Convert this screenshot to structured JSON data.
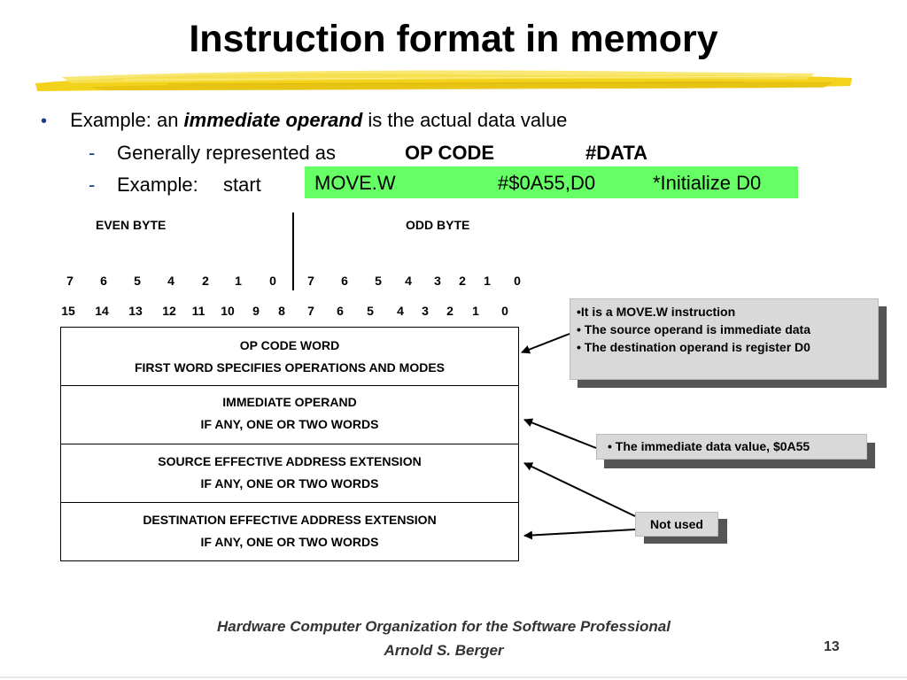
{
  "slide": {
    "title": "Instruction format in memory",
    "bullet1": {
      "marker": "•",
      "prefix": "Example: an ",
      "emphasis": "immediate operand",
      "suffix": " is the actual data value"
    },
    "sub1": {
      "dash": "-",
      "text": "Generally represented as",
      "opcode": "OP CODE",
      "data": "#DATA"
    },
    "sub2": {
      "dash": "-",
      "label": "Example:",
      "start": "start"
    },
    "code": {
      "instr": "MOVE.W",
      "operand": "#$0A55,D0",
      "comment": "*Initialize D0"
    },
    "highlight_color": "#66ff66"
  },
  "diagram": {
    "even_label": "EVEN BYTE",
    "odd_label": "ODD BYTE",
    "byte_bits": [
      "7",
      "6",
      "5",
      "4",
      "2",
      "1",
      "0",
      "7",
      "6",
      "5",
      "4",
      "3",
      "2",
      "1",
      "0"
    ],
    "word_bits": [
      "15",
      "14",
      "13",
      "12",
      "11",
      "10",
      "9",
      "8",
      "7",
      "6",
      "5",
      "4",
      "3",
      "2",
      "1",
      "0"
    ],
    "boxes": [
      {
        "line1": "OP CODE WORD",
        "line2": "FIRST WORD SPECIFIES OPERATIONS AND MODES"
      },
      {
        "line1": "IMMEDIATE OPERAND",
        "line2": "IF ANY, ONE OR TWO WORDS"
      },
      {
        "line1": "SOURCE EFFECTIVE ADDRESS EXTENSION",
        "line2": "IF ANY, ONE OR TWO WORDS"
      },
      {
        "line1": "DESTINATION EFFECTIVE ADDRESS EXTENSION",
        "line2": "IF ANY, ONE OR TWO WORDS"
      }
    ]
  },
  "callouts": {
    "move": {
      "line1": "•It is a MOVE.W instruction",
      "line2": "• The source operand is immediate data",
      "line3": "• The destination operand is register D0"
    },
    "immediate": "• The immediate data value, $0A55",
    "notused": "Not used",
    "fill_color": "#d9d9d9",
    "shadow_color": "#555555"
  },
  "footer": {
    "line1": "Hardware Computer Organization for the Software Professional",
    "line2": "Arnold S. Berger",
    "page": "13"
  }
}
